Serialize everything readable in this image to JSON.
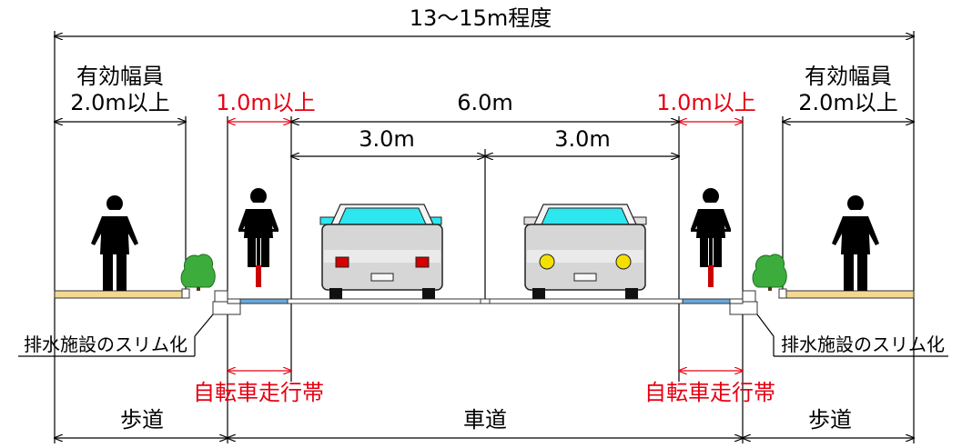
{
  "total_width": "13〜15m程度",
  "sidewalk_width_line1": "有効幅員",
  "sidewalk_width_line2": "2.0m以上",
  "bike_lane_width": "1.0m以上",
  "carriageway_width": "6.0m",
  "lane_width": "3.0m",
  "drainage_note": "排水施設のスリム化",
  "bike_lane_label": "自転車走行帯",
  "sidewalk_label": "歩道",
  "road_label": "車道",
  "colors": {
    "accent_red": "#e60012",
    "sidewalk_yellow": "#f2d890",
    "bike_lane_blue": "#6aa8dc",
    "windshield_cyan": "#2ee6ee",
    "car_body": "#d6d6d6",
    "shrub_green": "#3cad3c"
  },
  "icons": [
    "pedestrian-icon",
    "cyclist-icon",
    "car-rear-icon",
    "car-front-icon",
    "shrub-icon"
  ]
}
